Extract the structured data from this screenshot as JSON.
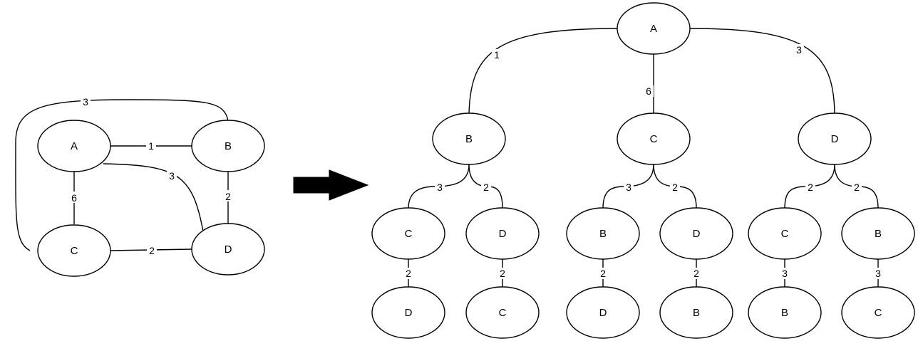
{
  "graph": {
    "nodes": {
      "a": "A",
      "b": "B",
      "c": "C",
      "d": "D"
    },
    "edges": {
      "a_b": "1",
      "a_c": "6",
      "a_d": "3",
      "b_d": "2",
      "c_d": "2",
      "c_b": "3"
    }
  },
  "tree": {
    "root": "A",
    "edges": {
      "a_b": "1",
      "a_c": "6",
      "a_d": "3"
    },
    "level1": {
      "b": "B",
      "c": "C",
      "d": "D"
    },
    "level1_edges": {
      "b_c": "3",
      "b_d": "2",
      "c_b": "3",
      "c_d": "2",
      "d_c": "2",
      "d_b": "2"
    },
    "level2": {
      "b_c": "C",
      "b_d": "D",
      "c_b": "B",
      "c_d": "D",
      "d_c": "C",
      "d_b": "B"
    },
    "level2_edges": {
      "b_c": "2",
      "b_d": "2",
      "c_b": "2",
      "c_d": "2",
      "d_c": "3",
      "d_b": "3"
    },
    "level3": {
      "b_c": "D",
      "b_d": "C",
      "c_b": "D",
      "c_d": "B",
      "d_c": "B",
      "d_b": "C"
    }
  },
  "colors": {
    "stroke": "#000000",
    "fill": "#ffffff",
    "arrow": "#000000"
  },
  "arrow": {
    "icon": "right-arrow-icon"
  }
}
